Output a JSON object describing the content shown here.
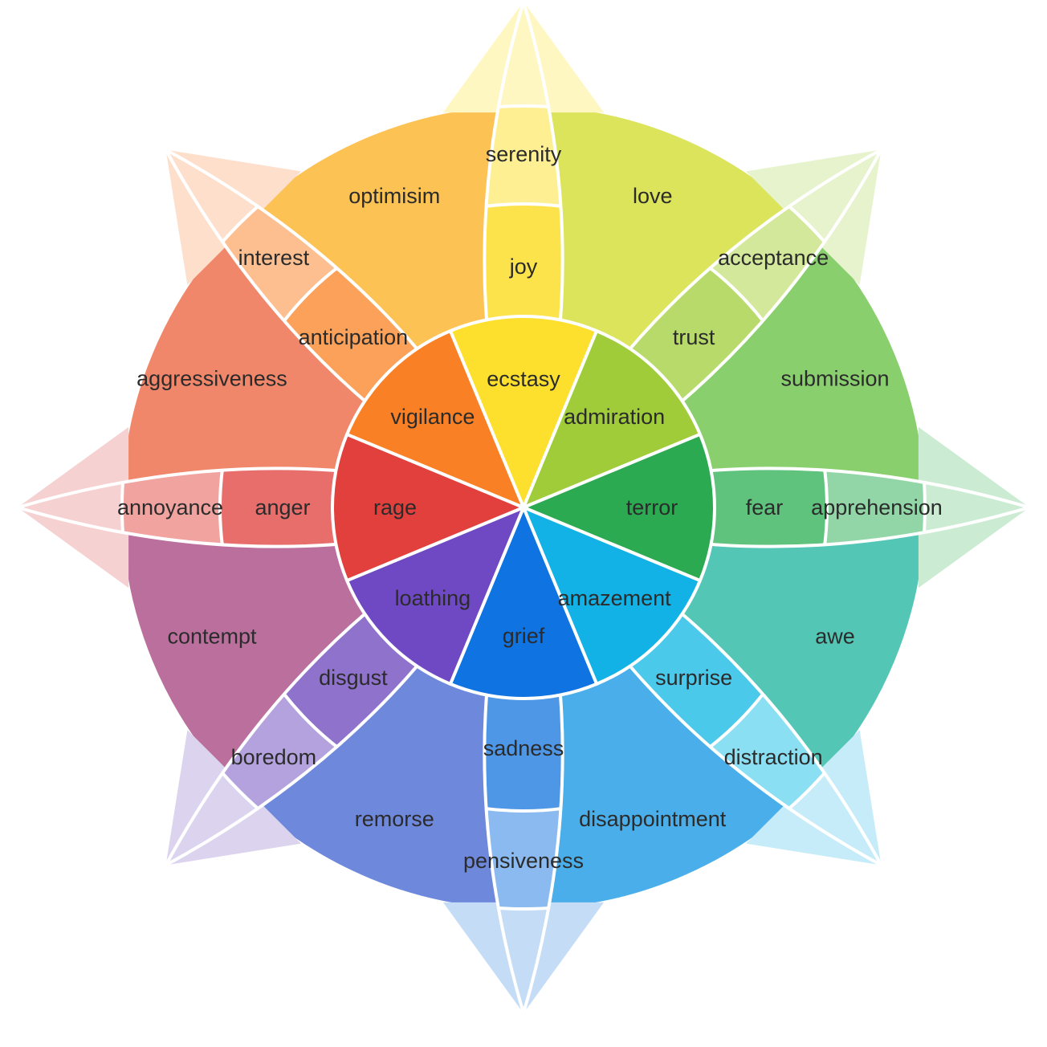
{
  "diagram": {
    "primary": [
      {
        "key": "joy",
        "tips": "#FFF7C2",
        "outer": {
          "label": "serenity",
          "color": "#FEEF93"
        },
        "mid": {
          "label": "joy",
          "color": "#FDE34B"
        },
        "inner": {
          "label": "ecstasy",
          "color": "#FDDF2D"
        }
      },
      {
        "key": "trust",
        "tips": "#E6F3CC",
        "outer": {
          "label": "acceptance",
          "color": "#D4E89B"
        },
        "mid": {
          "label": "trust",
          "color": "#B7DA6A"
        },
        "inner": {
          "label": "admiration",
          "color": "#A0CC3A"
        }
      },
      {
        "key": "fear",
        "tips": "#CBEBD3",
        "outer": {
          "label": "apprehension",
          "color": "#92D6A8"
        },
        "mid": {
          "label": "fear",
          "color": "#5FC27D"
        },
        "inner": {
          "label": "terror",
          "color": "#2BAA51"
        }
      },
      {
        "key": "surprise",
        "tips": "#C6ECF9",
        "outer": {
          "label": "distraction",
          "color": "#8ADFF2"
        },
        "mid": {
          "label": "surprise",
          "color": "#4AC9EB"
        },
        "inner": {
          "label": "amazement",
          "color": "#12B2E6"
        }
      },
      {
        "key": "sadness",
        "tips": "#C4DCF6",
        "outer": {
          "label": "pensiveness",
          "color": "#8ABAF0"
        },
        "mid": {
          "label": "sadness",
          "color": "#4E97E6"
        },
        "inner": {
          "label": "grief",
          "color": "#0F74E1"
        }
      },
      {
        "key": "disgust",
        "tips": "#DCD3EF",
        "outer": {
          "label": "boredom",
          "color": "#B3A2DD"
        },
        "mid": {
          "label": "disgust",
          "color": "#8F72CC"
        },
        "inner": {
          "label": "loathing",
          "color": "#6F49C4"
        }
      },
      {
        "key": "anger",
        "tips": "#F6D1D1",
        "outer": {
          "label": "annoyance",
          "color": "#F1A3A0"
        },
        "mid": {
          "label": "anger",
          "color": "#E86E6C"
        },
        "inner": {
          "label": "rage",
          "color": "#E1403D"
        }
      },
      {
        "key": "anticipation",
        "tips": "#FDDFCB",
        "outer": {
          "label": "interest",
          "color": "#FDBE90"
        },
        "mid": {
          "label": "anticipation",
          "color": "#FBA159"
        },
        "inner": {
          "label": "vigilance",
          "color": "#F98025"
        }
      }
    ],
    "dyads": [
      {
        "label": "love",
        "color": "#DCE45B"
      },
      {
        "label": "submission",
        "color": "#8ACF6E"
      },
      {
        "label": "awe",
        "color": "#53C6B6"
      },
      {
        "label": "disappointment",
        "color": "#49AEE9"
      },
      {
        "label": "remorse",
        "color": "#6E88DC"
      },
      {
        "label": "contempt",
        "color": "#BB6F9D"
      },
      {
        "label": "aggressiveness",
        "color": "#F0876A"
      },
      {
        "label": "optimisim",
        "color": "#FDC254"
      }
    ]
  }
}
